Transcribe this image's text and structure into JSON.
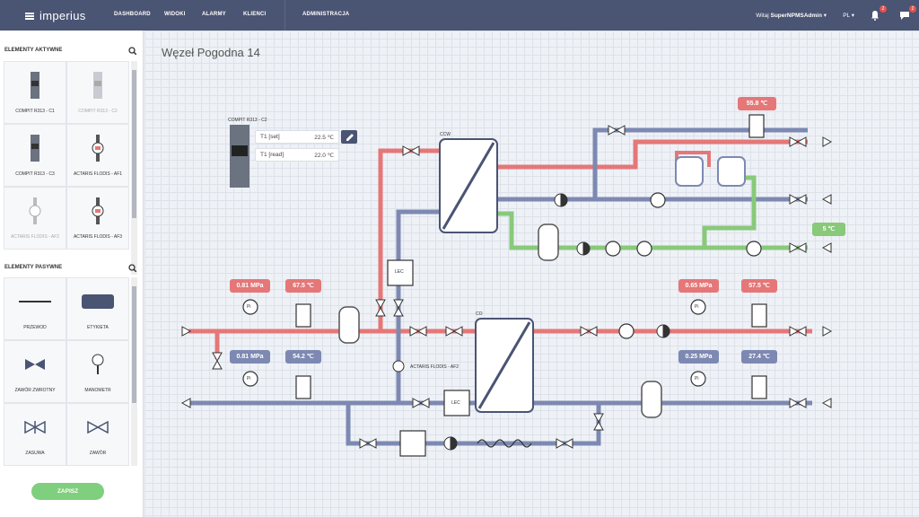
{
  "brand": "imperius",
  "nav": {
    "dashboard": "DASHBOARD",
    "widoki": "WIDOKI",
    "alarmy": "ALARMY",
    "klienci": "KLIENCI",
    "administracja": "ADMINISTRACJA"
  },
  "user": {
    "greeting": "Witaj",
    "name": "SuperNPMSAdmin"
  },
  "lang": "PL",
  "notifications": {
    "bell": "2",
    "chat": "2"
  },
  "sidebar": {
    "active_title": "ELEMENTY AKTYWNE",
    "active_items": [
      "COMPIT R313 - C1",
      "COMPIT R313 - C2",
      "COMPIT R313 - C3",
      "ACTARIS FLODIS - AF1",
      "ACTARIS FLODIS - AF2",
      "ACTARIS FLODIS - AF3"
    ],
    "passive_title": "ELEMENTY PASYWNE",
    "passive_items": [
      "PRZEWOD",
      "ETYKIETA",
      "ZAWÓR ZWROTNY",
      "MANOMETR",
      "ZASUWA",
      "ZAWÓR"
    ],
    "save": "ZAPISZ"
  },
  "page_title": "Węzeł Pogodna 14",
  "device": {
    "label": "COMPIT R313 - C2",
    "t1_set_label": "T1 [set]",
    "t1_set": "22.5 ℃",
    "t1_read_label": "T1 [read]",
    "t1_read": "22.0 ℃"
  },
  "exchangers": {
    "ccw": "CCW",
    "co": "CO"
  },
  "tags": {
    "temp_top": "55.8 ℃",
    "temp_green": "5 ℃",
    "p_in": "0.81 MPa",
    "t_in": "67.5 ℃",
    "p_ret": "0.81 MPa",
    "t_ret": "54.2 ℃",
    "p_co": "0.65 MPa",
    "t_co": "57.5 ℃",
    "p_co_ret": "0.25 MPa",
    "t_co_ret": "27.4 ℃"
  },
  "meter_label": "ACTARIS FLODIS - AF2",
  "lec": "LEC",
  "pi": "Pi",
  "colors": {
    "hot": "#e57778",
    "cold": "#7d89b2",
    "green": "#88c97a",
    "nav": "#4a5473"
  }
}
